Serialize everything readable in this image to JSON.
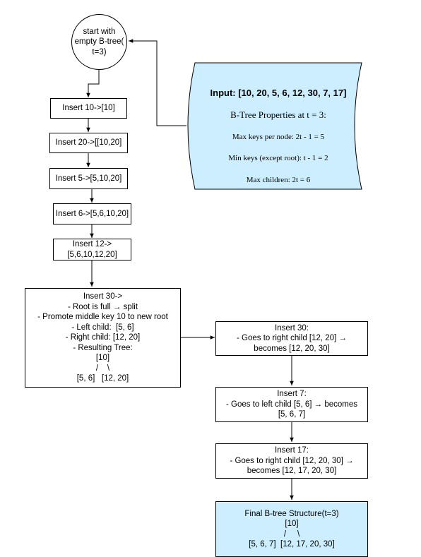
{
  "nodes": {
    "start": [
      "start with",
      "empty B-tree(",
      "t=3)"
    ],
    "insert10": [
      "Insert 10->[10]"
    ],
    "insert20": [
      "Insert 20->[[10,20]"
    ],
    "insert5": [
      "Insert 5->[5,10,20]"
    ],
    "insert6": [
      "Insert 6->[5,6,10,20]"
    ],
    "insert12": [
      "Insert 12->",
      "[5,6,10,12,20]"
    ],
    "insert30split": [
      "Insert 30->",
      "- Root is full → split",
      "- Promote middle key 10 to new root",
      "- Left child:  [5, 6]",
      "- Right child: [12, 20]",
      "- Resulting Tree:",
      "[10]",
      "/    \\",
      "[5, 6]   [12, 20]"
    ],
    "insert30right": [
      "Insert 30:",
      "- Goes to right child [12, 20] →",
      "becomes [12, 20, 30]"
    ],
    "insert7": [
      "Insert 7:",
      "- Goes to left child [5, 6] → becomes",
      "[5, 6, 7]"
    ],
    "insert17": [
      "Insert 17:",
      "- Goes to right child [12, 20, 30] →",
      "becomes [12, 17, 20, 30]"
    ],
    "final": [
      "Final B-tree Structure(t=3)",
      "[10]",
      "/     \\",
      "[5, 6, 7]  [12, 17, 20, 30]"
    ]
  },
  "input_doc": {
    "heading": "Input: [10, 20, 5, 6, 12, 30, 7, 17]",
    "properties_title": "B-Tree Properties at t = 3:",
    "max_keys": "Max keys per node: 2t - 1 = 5",
    "min_keys": "Min keys (except root): t - 1 = 2",
    "max_children": "Max children: 2t = 6"
  },
  "colors": {
    "highlight_fill": "#cceeff",
    "stroke": "#000000"
  }
}
